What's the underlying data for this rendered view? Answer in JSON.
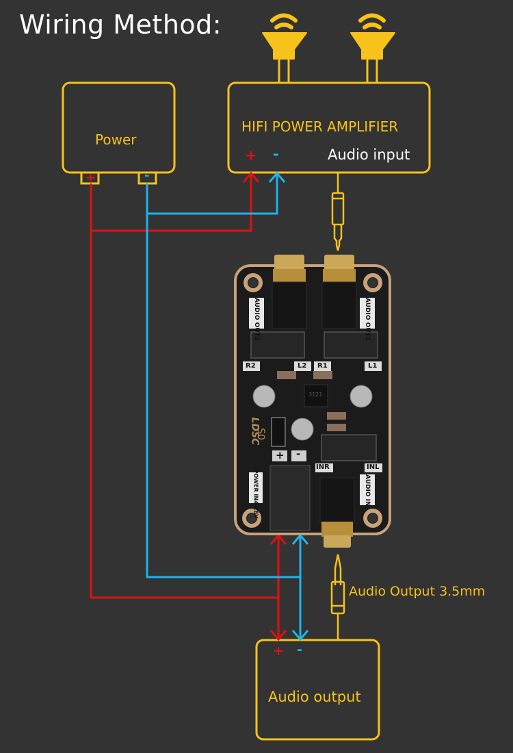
{
  "title": "Wiring Method:",
  "colors": {
    "background": "#333333",
    "outline": "#f7c31a",
    "positive_wire": "#e01010",
    "negative_wire": "#19b6ee",
    "pcb": "#1c1c1c",
    "pcb_edge": "#c8a27a"
  },
  "speakers": [
    {
      "icon": "speaker-icon"
    },
    {
      "icon": "speaker-icon"
    }
  ],
  "power_box": {
    "label": "Power",
    "plus": "+",
    "minus": "-"
  },
  "amplifier_box": {
    "label": "HIFI POWER AMPLIFIER",
    "input_label": "Audio input",
    "plus": "+",
    "minus": "-"
  },
  "output_box": {
    "label": "Audio output",
    "plus": "+",
    "minus": "-"
  },
  "jack_label": "Audio Output 3.5mm",
  "board": {
    "model": "S0",
    "logo": "LDSC",
    "chip": "3121",
    "labels": {
      "out2": "AUDIO OUT2",
      "out1": "AUDIO OUT1",
      "r2": "R2",
      "l2": "L2",
      "r1": "R1",
      "l1": "L1",
      "inr": "INR",
      "inl": "INL",
      "audio_in": "AUDIO IN",
      "power": "POWER IN4-18V",
      "plus": "+",
      "minus": "-"
    }
  }
}
